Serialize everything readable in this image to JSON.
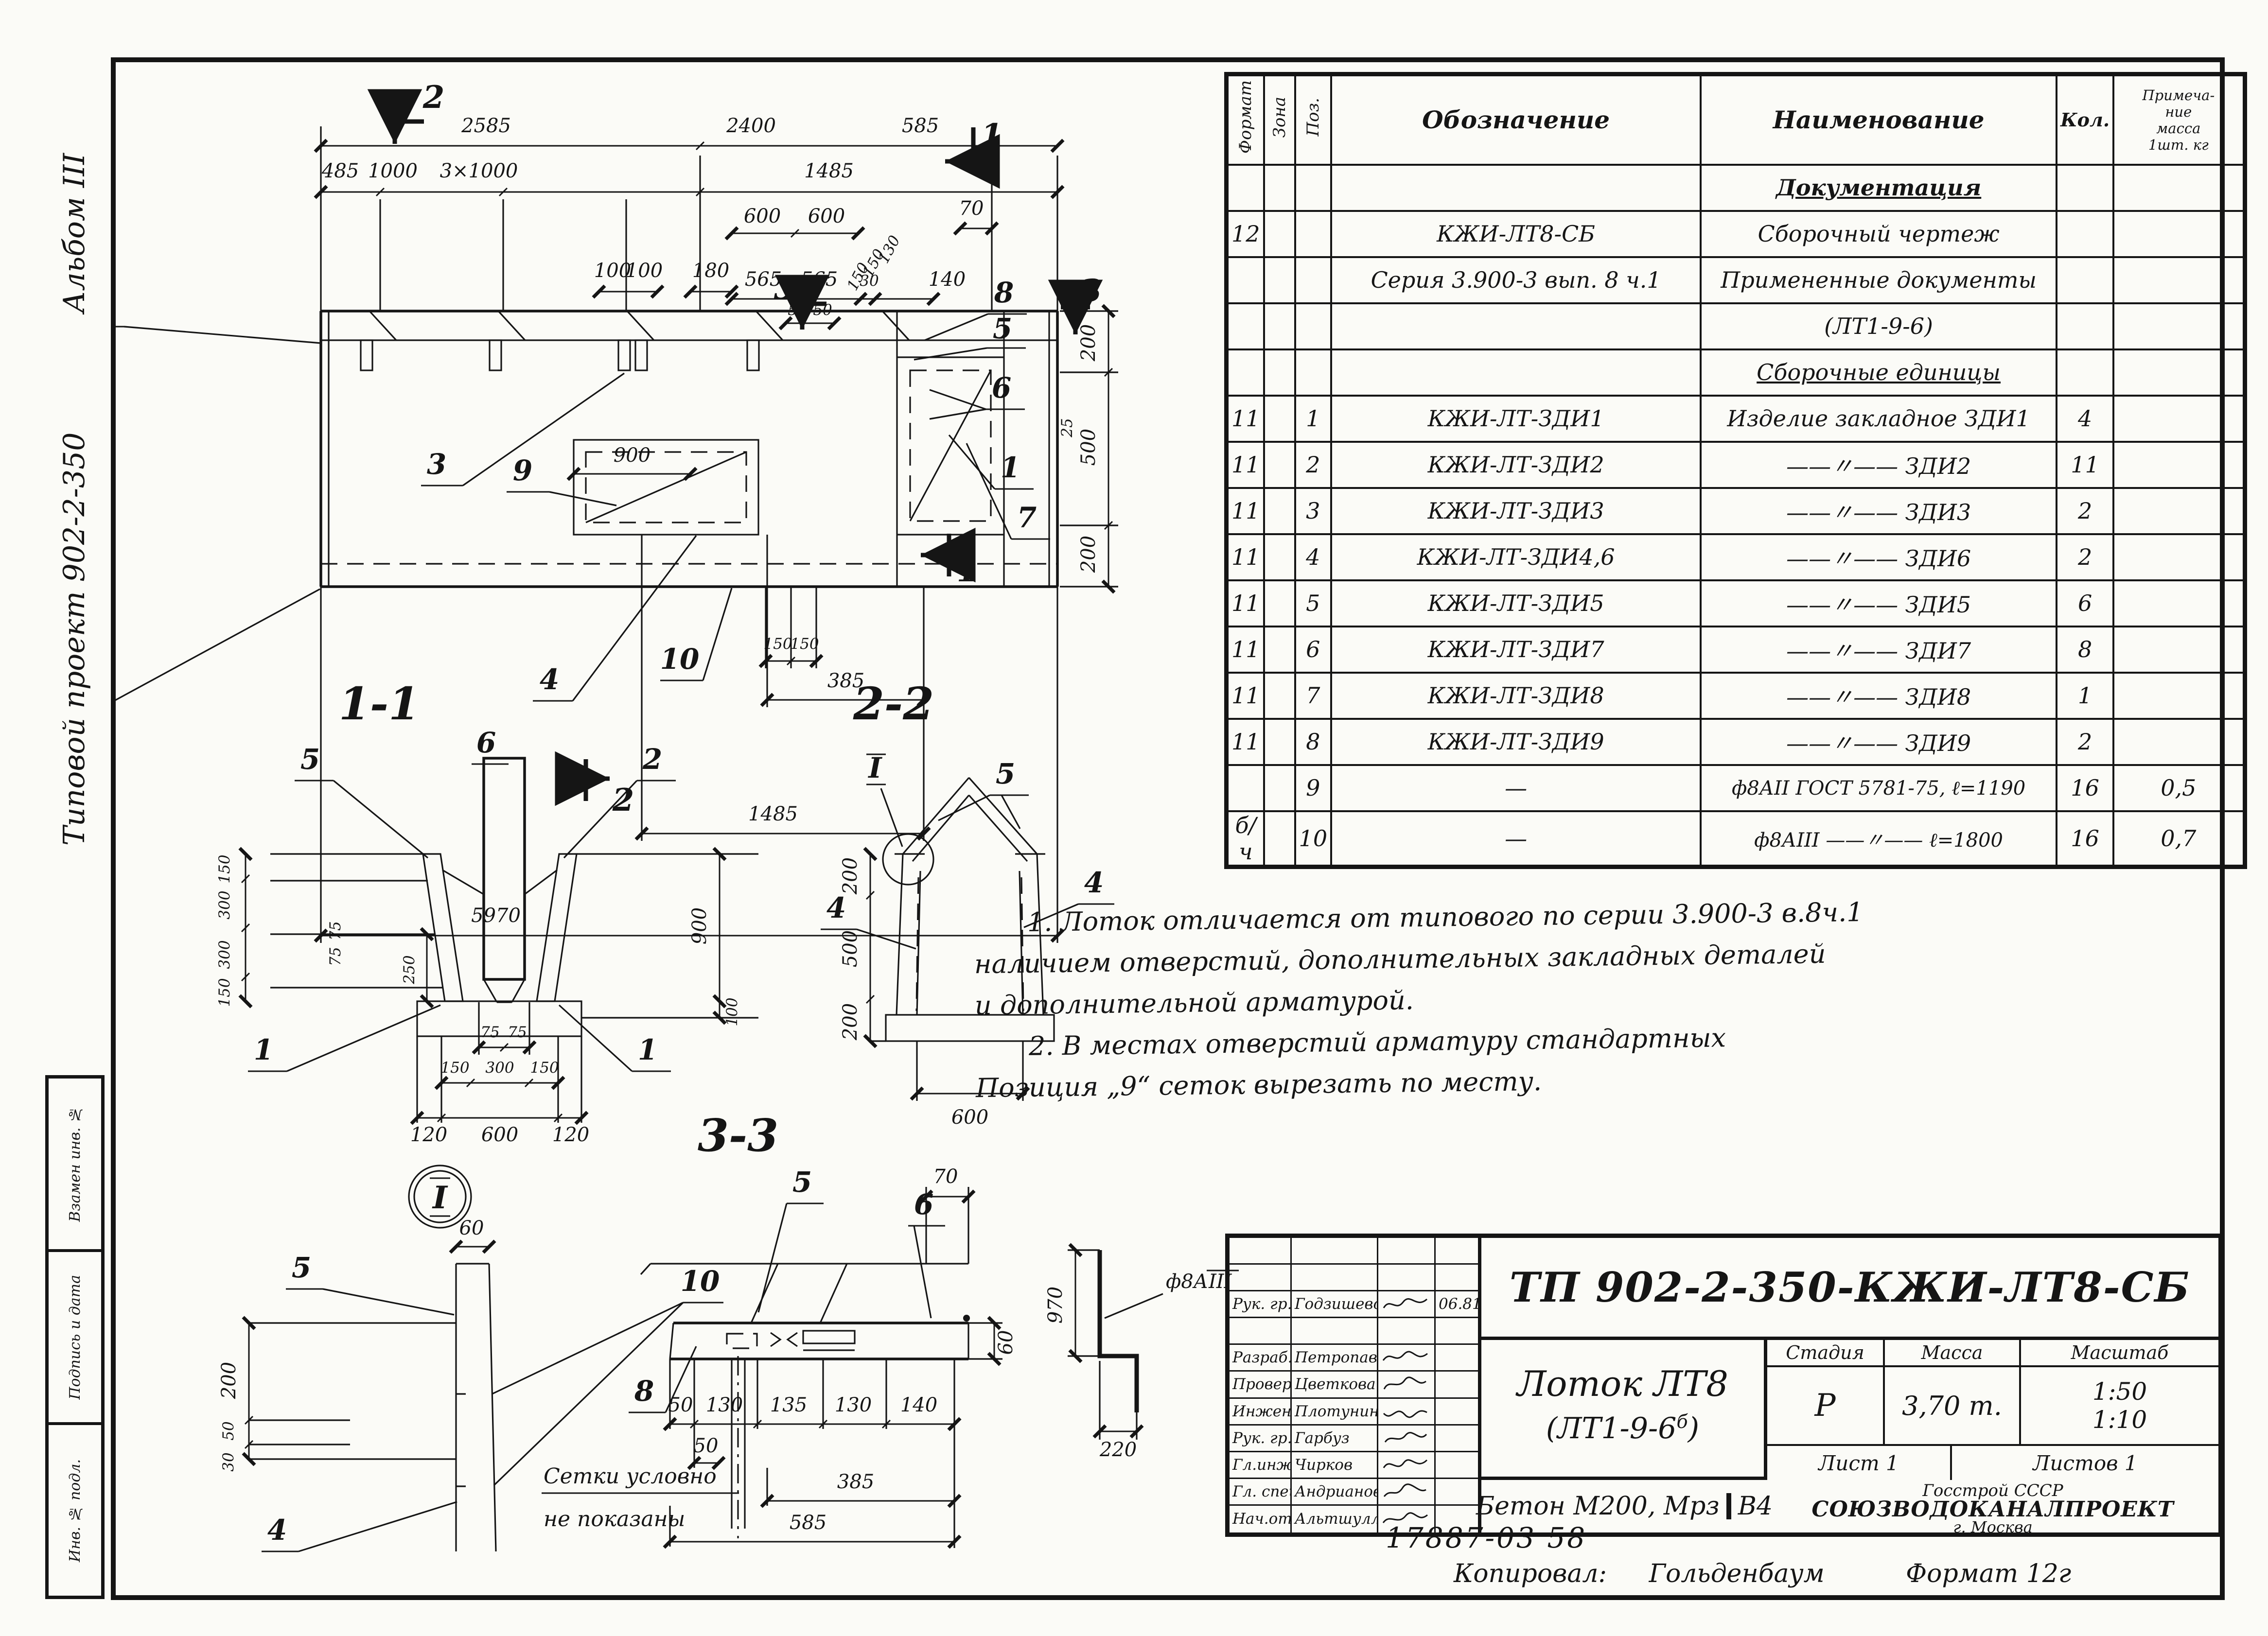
{
  "sheet": {
    "album": "Альбом III",
    "project": "Типовой проект 902-2-350",
    "margin_cells": [
      "Взамен инв. №",
      "Подпись и дата",
      "Инв. № подл."
    ],
    "doc_number": "17887-03  58",
    "copied_label": "Копировал:",
    "copied_name": "Гольденбаум",
    "format_label": "Формат 12г"
  },
  "spec": {
    "headers": {
      "format": "Формат",
      "zone": "Зона",
      "pos": "Поз.",
      "designation": "Обозначение",
      "name": "Наименование",
      "qty": "Кол.",
      "note_l1": "Примеча-",
      "note_l2": "ние",
      "note_l3": "масса",
      "note_l4": "1шт. кг"
    },
    "rows": [
      {
        "f": "",
        "z": "",
        "p": "",
        "d": "",
        "n": "Документация",
        "q": "",
        "nt": ""
      },
      {
        "f": "12",
        "z": "",
        "p": "",
        "d": "КЖИ-ЛТ8-СБ",
        "n": "Сборочный чертеж",
        "q": "",
        "nt": ""
      },
      {
        "f": "",
        "z": "",
        "p": "",
        "d": "Серия 3.900-3 вып. 8 ч.1",
        "n": "Примененные документы",
        "q": "",
        "nt": ""
      },
      {
        "f": "",
        "z": "",
        "p": "",
        "d": "",
        "n": "(ЛТ1-9-6)",
        "q": "",
        "nt": ""
      },
      {
        "f": "",
        "z": "",
        "p": "",
        "d": "",
        "n": "Сборочные единицы",
        "q": "",
        "nt": ""
      },
      {
        "f": "11",
        "z": "",
        "p": "1",
        "d": "КЖИ-ЛТ-ЗДИ1",
        "n": "Изделие закладное ЗДИ1",
        "q": "4",
        "nt": ""
      },
      {
        "f": "11",
        "z": "",
        "p": "2",
        "d": "КЖИ-ЛТ-ЗДИ2",
        "n": "——〃——   ЗДИ2",
        "q": "11",
        "nt": ""
      },
      {
        "f": "11",
        "z": "",
        "p": "3",
        "d": "КЖИ-ЛТ-ЗДИ3",
        "n": "——〃——   ЗДИ3",
        "q": "2",
        "nt": ""
      },
      {
        "f": "11",
        "z": "",
        "p": "4",
        "d": "КЖИ-ЛТ-ЗДИ4,6",
        "n": "——〃——   ЗДИ6",
        "q": "2",
        "nt": ""
      },
      {
        "f": "11",
        "z": "",
        "p": "5",
        "d": "КЖИ-ЛТ-ЗДИ5",
        "n": "——〃——   ЗДИ5",
        "q": "6",
        "nt": ""
      },
      {
        "f": "11",
        "z": "",
        "p": "6",
        "d": "КЖИ-ЛТ-ЗДИ7",
        "n": "——〃——   ЗДИ7",
        "q": "8",
        "nt": ""
      },
      {
        "f": "11",
        "z": "",
        "p": "7",
        "d": "КЖИ-ЛТ-ЗДИ8",
        "n": "——〃——   ЗДИ8",
        "q": "1",
        "nt": ""
      },
      {
        "f": "11",
        "z": "",
        "p": "8",
        "d": "КЖИ-ЛТ-ЗДИ9",
        "n": "——〃——   ЗДИ9",
        "q": "2",
        "nt": ""
      },
      {
        "f": "",
        "z": "",
        "p": "9",
        "d": "—",
        "n": "ф8АII ГОСТ 5781-75, ℓ=1190",
        "q": "16",
        "nt": "0,5"
      },
      {
        "f": "б/ч",
        "z": "",
        "p": "10",
        "d": "—",
        "n": "ф8АIII ——〃—— ℓ=1800",
        "q": "16",
        "nt": "0,7"
      }
    ]
  },
  "notes": {
    "l1": "1. Лоток отличается от типового по серии 3.900-3 в.8ч.1",
    "l2": "наличием отверстий, дополнительных закладных деталей",
    "l3": "и дополнительной арматурой.",
    "l4": "2. В местах отверстий арматуру стандартных",
    "l5": "Позиция „9“ сеток вырезать по месту."
  },
  "plan": {
    "dims": {
      "a2585": "2585",
      "a2400": "2400",
      "a585": "585",
      "a485": "485",
      "a1000": "1000",
      "a3x1000": "3×1000",
      "a1485": "1485",
      "a600a": "600",
      "a600b": "600",
      "a100a": "100",
      "a100b": "100",
      "a180": "180",
      "a565a": "565",
      "a565b": "565",
      "a30": "30",
      "a130r": "130",
      "a150r1": "150",
      "a150r2": "150",
      "a140": "140",
      "a70": "70",
      "a50a": "50",
      "a50b": "50",
      "v200a": "200",
      "v500": "500",
      "v200b": "200",
      "v25": "25",
      "a900": "900",
      "b150a": "150",
      "b150b": "150",
      "b385": "385",
      "b1485": "1485",
      "b5970": "5970"
    },
    "callouts": {
      "c1": "1",
      "c2": "2",
      "c3": "3",
      "c4": "4",
      "c5": "5",
      "c6": "6",
      "c7": "7",
      "c8": "8",
      "c9": "9",
      "c10": "10"
    },
    "marks": {
      "m1": "1",
      "m2": "2",
      "m3": "3"
    }
  },
  "s11": {
    "title": "1-1",
    "dims": {
      "l150a": "150",
      "l300a": "300",
      "l300b": "300",
      "l150b": "150",
      "m75a": "75",
      "m75b": "75",
      "m250": "250",
      "r900": "900",
      "r100": "100",
      "b75a": "75",
      "b75b": "75",
      "b150a": "150",
      "b300": "300",
      "b150b": "150",
      "c120a": "120",
      "c600": "600",
      "c120b": "120"
    },
    "callouts": {
      "c1": "1",
      "c2": "2",
      "c5": "5",
      "c6": "6"
    }
  },
  "s22": {
    "title": "2-2",
    "dims": {
      "d200a": "200",
      "d500": "500",
      "d200b": "200",
      "d600": "600"
    },
    "callouts": {
      "c4": "4",
      "c5": "5",
      "ci": "I"
    }
  },
  "s33": {
    "title": "3-3",
    "dims": {
      "d70": "70",
      "d60": "60",
      "d50a": "50",
      "d130a": "130",
      "d135": "135",
      "d130b": "130",
      "d140": "140",
      "d50b": "50",
      "d385": "385",
      "d585": "585"
    },
    "callouts": {
      "c5": "5",
      "c6": "6",
      "c8": "8"
    }
  },
  "detail": {
    "mark": "I",
    "dims": {
      "d60": "60",
      "d200": "200",
      "d50": "50",
      "d30": "30"
    },
    "callouts": {
      "c4": "4",
      "c5": "5",
      "c10": "10"
    },
    "note1": "Сетки условно",
    "note2": "не показаны"
  },
  "bar": {
    "d970": "970",
    "d220": "220",
    "label": "ф8А",
    "grade": "III"
  },
  "tb": {
    "designation": "ТП 902-2-350-КЖИ-ЛТ8-СБ",
    "product1": "Лоток ЛТ8",
    "product2": "(ЛТ1-9-6",
    "product2sup": "б",
    "product2end": ")",
    "stage_h": "Стадия",
    "mass_h": "Масса",
    "scale_h": "Масштаб",
    "stage": "Р",
    "mass": "3,70 т.",
    "scale1": "1:50",
    "scale2": "1:10",
    "sheet": "Лист 1",
    "sheets": "Листов 1",
    "material": "Бетон М200, Мрз",
    "material_end": "В4",
    "org1": "Госстрой СССР",
    "org2": "СОЮЗВОДОКАНАЛПРОЕКТ",
    "org3": "г. Москва",
    "roles": [
      {
        "r": "Рук. гр.",
        "n": "Годзишевская",
        "dt": "06.81"
      },
      {
        "r": "Разраб.",
        "n": "Петропавловская",
        "dt": ""
      },
      {
        "r": "Провер.",
        "n": "Цветкова",
        "dt": ""
      },
      {
        "r": "Инженер",
        "n": "Плотунина",
        "dt": ""
      },
      {
        "r": "Рук. гр.",
        "n": "Гарбуз",
        "dt": ""
      },
      {
        "r": "Гл.инж.пр.",
        "n": "Чирков",
        "dt": ""
      },
      {
        "r": "Гл. спец.",
        "n": "Андрианов",
        "dt": ""
      },
      {
        "r": "Нач.отд.",
        "n": "Альтшуллер",
        "dt": ""
      }
    ]
  }
}
